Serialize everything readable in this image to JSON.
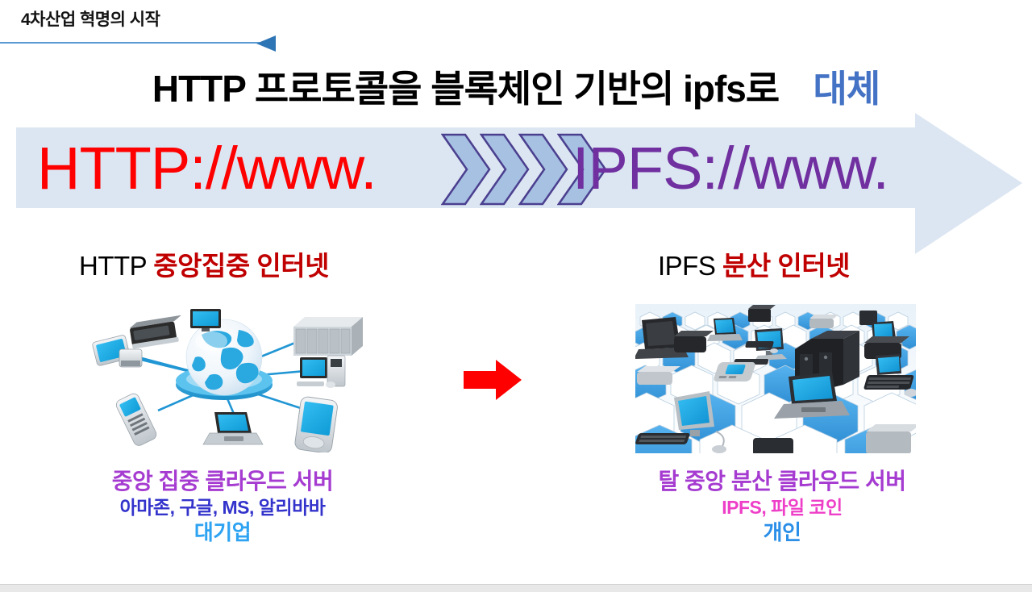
{
  "header": {
    "kicker": "4차산업 혁명의 시작",
    "rule_color": "#5b9bd5",
    "arrow_color": "#2e75b6"
  },
  "title": {
    "main": "HTTP 프로토콜을 블록체인 기반의 ipfs로ㅤ",
    "accent": "대체",
    "accent_color": "#4472c4"
  },
  "banner": {
    "left_url": "HTTP://www.",
    "right_url": "IPFS://www.",
    "left_url_color": "#ff0000",
    "right_url_color": "#7030a0",
    "background_color": "#dce6f2",
    "chevron_fill": "#a7c1e3",
    "chevron_stroke": "#4b3f8f",
    "chevron_count": 4
  },
  "sections": {
    "left": {
      "heading_prefix": "HTTP ",
      "heading_accent": "중앙집중 인터넷",
      "heading_accent_color": "#c00000",
      "figure_name": "centralized-network-globe-image",
      "caption": {
        "line1": "중앙 집중 클라우드 서버",
        "line2": "아마존, 구글, MS, 알리바바",
        "line3": "대기업",
        "line1_color": "#a53bd0",
        "line2_color": "#3333cc",
        "line3_color": "#2ea3f2"
      }
    },
    "right": {
      "heading_prefix": "IPFS ",
      "heading_accent": "분산 인터넷",
      "heading_accent_color": "#c00000",
      "figure_name": "distributed-network-hexagon-image",
      "caption": {
        "line1": "탈 중앙 분산 클라우드 서버",
        "line2": "IPFS, 파일 코인",
        "line3": "개인",
        "line1_color": "#a53bd0",
        "line2_color": "#ee3fc8",
        "line3_color": "#2b8fe8"
      }
    }
  },
  "center_arrow": {
    "direction": "right",
    "color": "#ff0000"
  },
  "footer": {
    "strip_color": "#e8e8e8"
  }
}
